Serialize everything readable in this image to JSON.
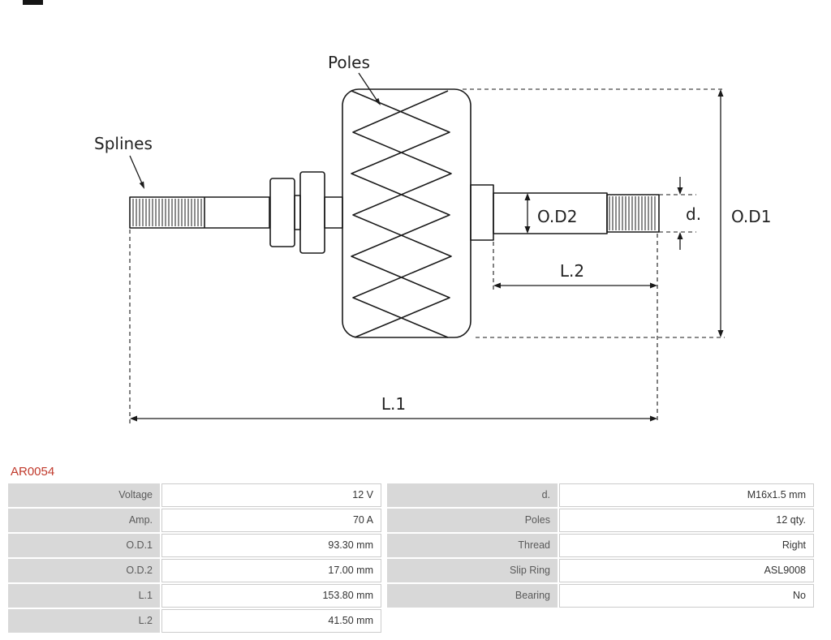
{
  "part_number": {
    "text": "AR0054"
  },
  "drawing": {
    "labels": {
      "poles": "Poles",
      "splines": "Splines",
      "od1": "O.D1",
      "od2": "O.D2",
      "d": "d.",
      "l1": "L.1",
      "l2": "L.2"
    }
  },
  "spec_table": {
    "left": [
      {
        "label": "Voltage",
        "value": "12 V"
      },
      {
        "label": "Amp.",
        "value": "70 A"
      },
      {
        "label": "O.D.1",
        "value": "93.30 mm"
      },
      {
        "label": "O.D.2",
        "value": "17.00 mm"
      },
      {
        "label": "L.1",
        "value": "153.80 mm"
      },
      {
        "label": "L.2",
        "value": "41.50 mm"
      }
    ],
    "right": [
      {
        "label": "d.",
        "value": "M16x1.5 mm"
      },
      {
        "label": "Poles",
        "value": "12 qty."
      },
      {
        "label": "Thread",
        "value": "Right"
      },
      {
        "label": "Slip Ring",
        "value": "ASL9008"
      },
      {
        "label": "Bearing",
        "value": "No"
      }
    ]
  },
  "colors": {
    "part_number_red": "#c0392b",
    "table_label_gray": "#d8d8d8",
    "line_black": "#1a1a1a"
  }
}
